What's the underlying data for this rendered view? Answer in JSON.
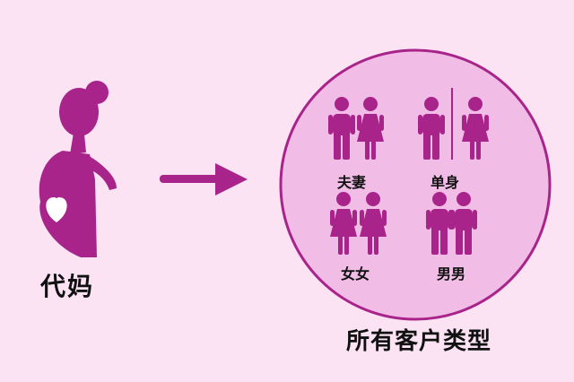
{
  "surrogate": {
    "label": "代妈",
    "heart": "heart-icon"
  },
  "arrow": "arrow-right-icon",
  "clients": {
    "caption": "所有客户类型",
    "groups": [
      {
        "label": "夫妻",
        "icon": "man-woman-icon"
      },
      {
        "label": "单身",
        "icon": "single-man-woman-icon"
      },
      {
        "label": "女女",
        "icon": "woman-woman-icon"
      },
      {
        "label": "男男",
        "icon": "man-man-icon"
      }
    ]
  },
  "colors": {
    "background": "#fbe3f4",
    "accent": "#a8248a",
    "circle_fill": "#f1bde6",
    "heart": "#ffffff"
  }
}
